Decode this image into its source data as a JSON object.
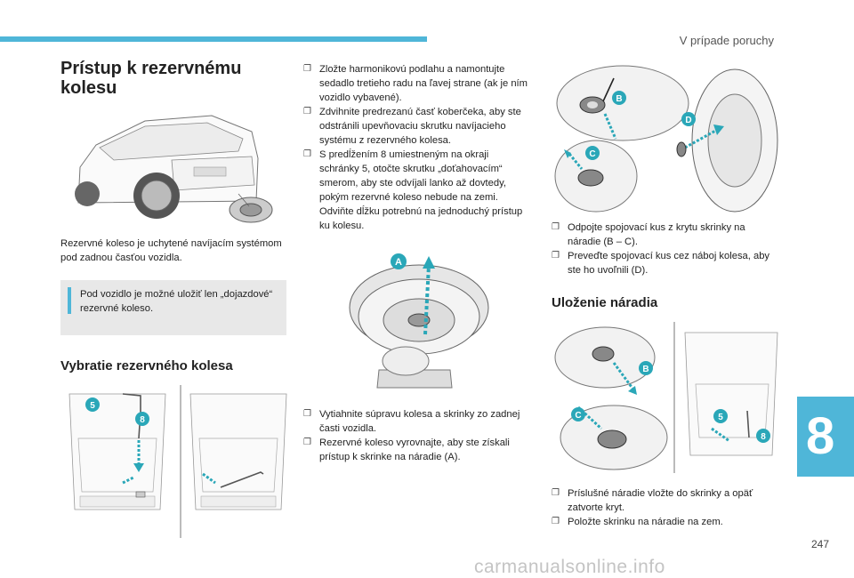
{
  "header": {
    "section": "V prípade poruchy"
  },
  "page_number": "247",
  "chapter_tab": "8",
  "watermark": "carmanualsonline.info",
  "left": {
    "title": "Prístup k rezervnému kolesu",
    "intro": "Rezervné koleso je uchytené navíjacím systémom pod zadnou časťou vozidla.",
    "note": "Pod vozidlo je možné uložiť len „dojazdové“ rezervné koleso.",
    "subtitle": "Vybratie rezervného kolesa",
    "figure_labels": [
      "5",
      "8"
    ]
  },
  "middle": {
    "steps1": [
      "Zložte harmonikovú podlahu a namontujte sedadlo tretieho radu na ľavej strane (ak je ním vozidlo vybavené).",
      "Zdvihnite predrezanú časť koberčeka, aby ste odstránili upevňovaciu skrutku navíjacieho systému z rezervného kolesa.",
      "S predĺžením 8 umiestneným na okraji schránky 5, otočte skrutku „doťahovacím“ smerom, aby ste odvíjali lanko až dovtedy, pokým rezervné koleso nebude na zemi. Odviňte dĺžku potrebnú na jednoduchý prístup ku kolesu."
    ],
    "figure_label": "A",
    "steps2": [
      "Vytiahnite súpravu kolesa a skrinky zo zadnej časti vozidla.",
      "Rezervné koleso vyrovnajte, aby ste získali prístup k skrinke na náradie (A)."
    ]
  },
  "right": {
    "figure_labels": [
      "B",
      "C",
      "D"
    ],
    "steps1": [
      "Odpojte spojovací kus z krytu skrinky na náradie (B – C).",
      "Preveďte spojovací kus cez náboj kolesa, aby ste ho uvoľnili (D)."
    ],
    "subtitle": "Uloženie náradia",
    "figure2_labels": [
      "B",
      "C",
      "5",
      "8"
    ],
    "steps2": [
      "Príslušné náradie vložte do skrinky a opäť zatvorte kryt.",
      "Položte skrinku na náradie na zem."
    ]
  },
  "colors": {
    "accent": "#4fb6d8",
    "note_bg": "#e8e8e8",
    "arrow": "#2aa7b8"
  }
}
